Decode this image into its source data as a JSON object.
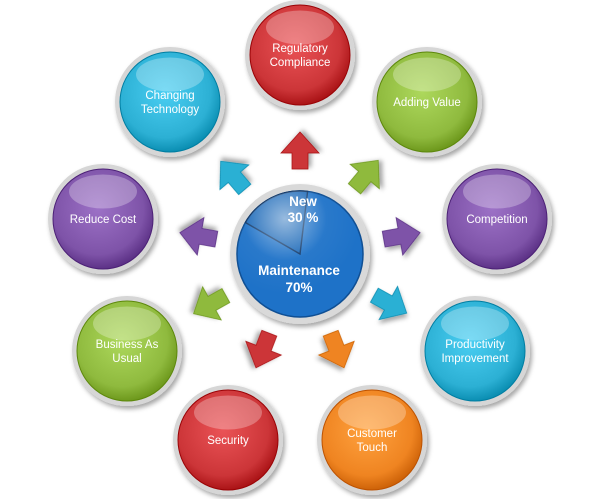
{
  "diagram": {
    "center": {
      "new_label": "New",
      "new_percent": "30 %",
      "maintenance_label": "Maintenance",
      "maintenance_percent": "70%",
      "new_share": 0.3,
      "maintenance_share": 0.7
    },
    "nodes": [
      {
        "id": "regulatory-compliance",
        "lines": [
          "Regulatory",
          "Compliance"
        ],
        "color": "red"
      },
      {
        "id": "adding-value",
        "lines": [
          "Adding Value"
        ],
        "color": "green"
      },
      {
        "id": "competition",
        "lines": [
          "Competition"
        ],
        "color": "purple"
      },
      {
        "id": "productivity-improvement",
        "lines": [
          "Productivity",
          "Improvement"
        ],
        "color": "cyan"
      },
      {
        "id": "customer-touch",
        "lines": [
          "Customer",
          "Touch"
        ],
        "color": "orange"
      },
      {
        "id": "security",
        "lines": [
          "Security"
        ],
        "color": "red"
      },
      {
        "id": "business-as-usual",
        "lines": [
          "Business As",
          "Usual"
        ],
        "color": "green"
      },
      {
        "id": "reduce-cost",
        "lines": [
          "Reduce Cost"
        ],
        "color": "purple"
      },
      {
        "id": "changing-technology",
        "lines": [
          "Changing",
          "Technology"
        ],
        "color": "cyan"
      }
    ],
    "palette": {
      "red": "#cc3538",
      "green": "#8fba3e",
      "purple": "#7e53a8",
      "cyan": "#2cb0d4",
      "orange": "#ef8421",
      "blue": "#1e72c8"
    }
  }
}
